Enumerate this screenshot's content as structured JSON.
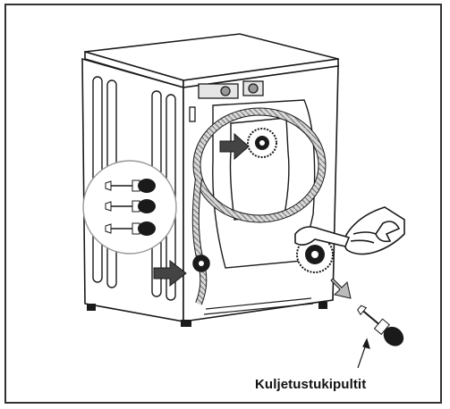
{
  "figure": {
    "caption": "Kuljetustukipultit",
    "bolt_count_in_callout": 3,
    "colors": {
      "line": "#1a1a1a",
      "arrow_fill": "#444444",
      "frame": "#333333",
      "hose": "#9a9a9a"
    },
    "icons": [
      "washing-machine",
      "transit-bolt",
      "wrench",
      "hand",
      "direction-arrow",
      "magnifier-callout"
    ]
  }
}
